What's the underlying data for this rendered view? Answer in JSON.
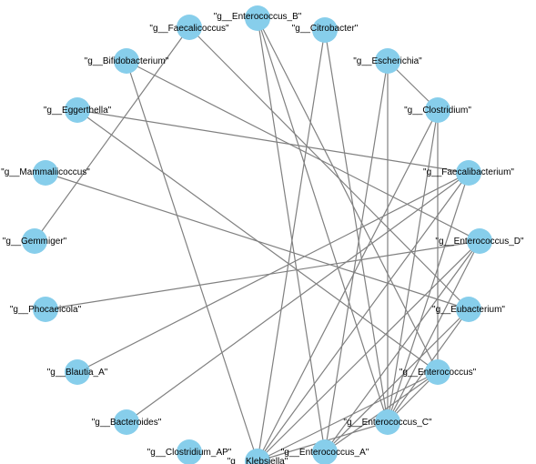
{
  "diagram": {
    "node_color": "#87ceeb",
    "edge_color": "#808080",
    "nodes": [
      {
        "id": "enterococcus_b",
        "label": "\"g__Enterococcus_B\""
      },
      {
        "id": "citrobacter",
        "label": "\"g__Citrobacter\""
      },
      {
        "id": "escherichia",
        "label": "\"g__Escherichia\""
      },
      {
        "id": "clostridium",
        "label": "\"g__Clostridium\""
      },
      {
        "id": "faecalibacterium",
        "label": "\"g__Faecalibacterium\""
      },
      {
        "id": "enterococcus_d",
        "label": "\"g__Enterococcus_D\""
      },
      {
        "id": "eubacterium",
        "label": "\"g__Eubacterium\""
      },
      {
        "id": "enterococcus",
        "label": "\"g__Enterococcus\""
      },
      {
        "id": "enterococcus_c",
        "label": "\"g__Enterococcus_C\""
      },
      {
        "id": "enterococcus_a",
        "label": "\"g__Enterococcus_A\""
      },
      {
        "id": "klebsiella",
        "label": "\"g__Klebsiella\""
      },
      {
        "id": "clostridium_ap",
        "label": "\"g__Clostridium_AP\""
      },
      {
        "id": "bacteroides",
        "label": "\"g__Bacteroides\""
      },
      {
        "id": "blautia_a",
        "label": "\"g__Blautia_A\""
      },
      {
        "id": "phocaeicola",
        "label": "\"g__Phocaeicola\""
      },
      {
        "id": "gemmiger",
        "label": "\"g__Gemmiger\""
      },
      {
        "id": "mammaliicoccus",
        "label": "\"g__Mammaliicoccus\""
      },
      {
        "id": "eggerthella",
        "label": "\"g__Eggerthella\""
      },
      {
        "id": "bifidobacterium",
        "label": "\"g__Bifidobacterium\""
      },
      {
        "id": "faecalicoccus",
        "label": "\"g__Faecalicoccus\""
      }
    ],
    "edges": [
      [
        "faecalicoccus",
        "eubacterium"
      ],
      [
        "faecalicoccus",
        "gemmiger"
      ],
      [
        "enterococcus_b",
        "enterococcus"
      ],
      [
        "enterococcus_b",
        "enterococcus_c"
      ],
      [
        "enterococcus_b",
        "enterococcus_a"
      ],
      [
        "citrobacter",
        "enterococcus_c"
      ],
      [
        "citrobacter",
        "klebsiella"
      ],
      [
        "escherichia",
        "clostridium"
      ],
      [
        "escherichia",
        "enterococcus_a"
      ],
      [
        "escherichia",
        "enterococcus_c"
      ],
      [
        "clostridium",
        "enterococcus_c"
      ],
      [
        "clostridium",
        "enterococcus"
      ],
      [
        "clostridium",
        "klebsiella"
      ],
      [
        "bifidobacterium",
        "klebsiella"
      ],
      [
        "bifidobacterium",
        "enterococcus_d"
      ],
      [
        "eggerthella",
        "faecalibacterium"
      ],
      [
        "eggerthella",
        "enterococcus"
      ],
      [
        "mammaliicoccus",
        "eubacterium"
      ],
      [
        "faecalibacterium",
        "bacteroides"
      ],
      [
        "faecalibacterium",
        "blautia_a"
      ],
      [
        "faecalibacterium",
        "klebsiella"
      ],
      [
        "faecalibacterium",
        "enterococcus_c"
      ],
      [
        "enterococcus_d",
        "phocaeicola"
      ],
      [
        "enterococcus_d",
        "enterococcus_a"
      ],
      [
        "enterococcus_d",
        "enterococcus_c"
      ],
      [
        "enterococcus_d",
        "klebsiella"
      ],
      [
        "eubacterium",
        "enterococcus_c"
      ],
      [
        "eubacterium",
        "enterococcus_a"
      ],
      [
        "enterococcus",
        "enterococcus_c"
      ],
      [
        "enterococcus",
        "enterococcus_a"
      ],
      [
        "enterococcus",
        "klebsiella"
      ],
      [
        "enterococcus_c",
        "klebsiella"
      ]
    ]
  }
}
